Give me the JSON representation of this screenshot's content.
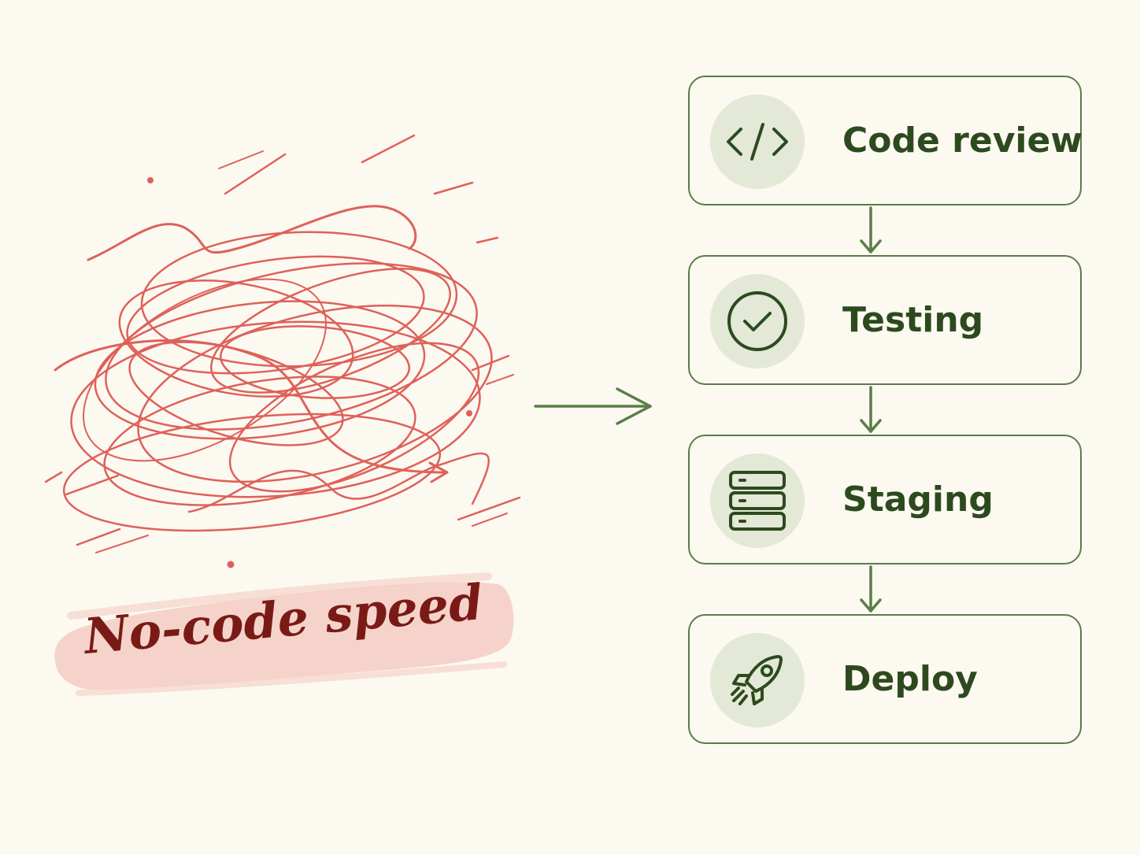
{
  "left": {
    "label": "No-code speed"
  },
  "steps": [
    {
      "label": "Code review",
      "icon": "code-icon"
    },
    {
      "label": "Testing",
      "icon": "check-circle-icon"
    },
    {
      "label": "Staging",
      "icon": "server-stack-icon"
    },
    {
      "label": "Deploy",
      "icon": "rocket-icon"
    }
  ],
  "colors": {
    "background": "#fcf9f1",
    "scribble": "#d9473f",
    "label_text": "#7a1a16",
    "label_brush": "#f3cdc4",
    "green": "#5a7d48",
    "green_text": "#2d4a1f",
    "icon_circle": "#e3e9d6"
  }
}
